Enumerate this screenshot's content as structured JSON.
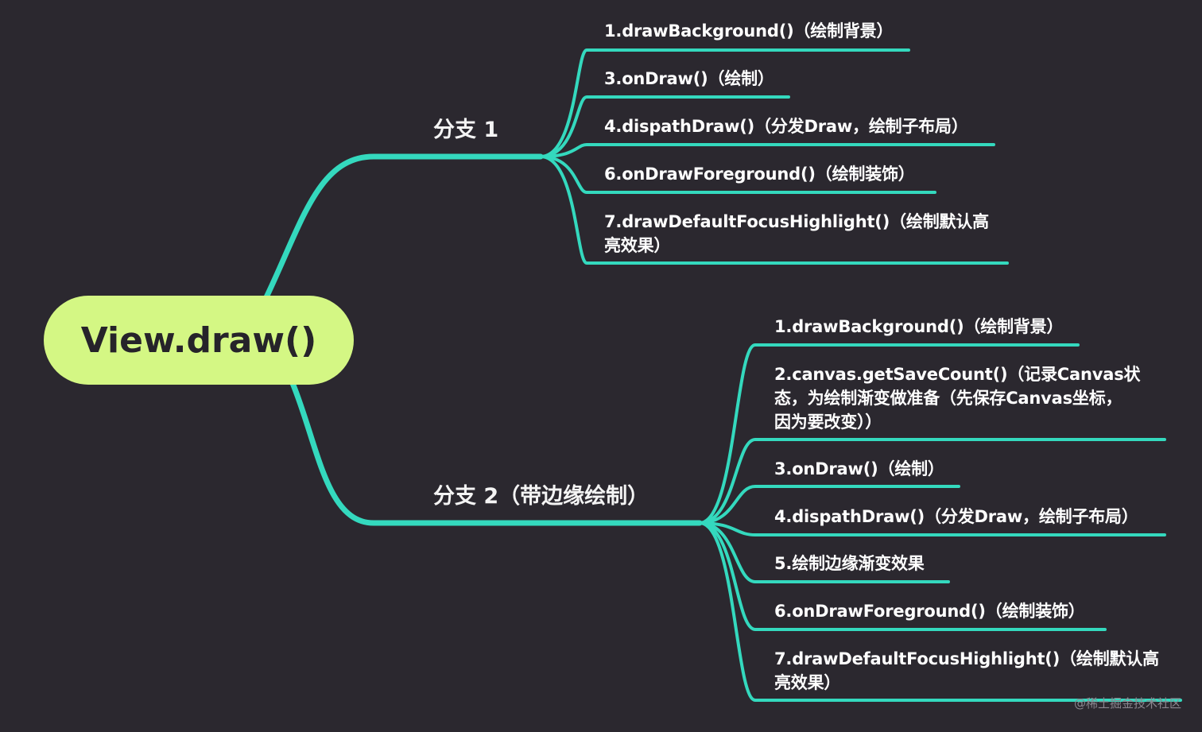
{
  "root": {
    "label": "View.draw()"
  },
  "branches": [
    {
      "label": "分支 1",
      "items": [
        "1.drawBackground()（绘制背景）",
        "3.onDraw()（绘制）",
        "4.dispathDraw()（分发Draw，绘制子布局）",
        "6.onDrawForeground()（绘制装饰）",
        [
          "7.drawDefaultFocusHighlight()（绘制默认高",
          "亮效果）"
        ]
      ]
    },
    {
      "label": "分支 2（带边缘绘制）",
      "items": [
        "1.drawBackground()（绘制背景）",
        [
          "2.canvas.getSaveCount()（记录Canvas状",
          "态，为绘制渐变做准备（先保存Canvas坐标，",
          "因为要改变））"
        ],
        "3.onDraw()（绘制）",
        "4.dispathDraw()（分发Draw，绘制子布局）",
        "5.绘制边缘渐变效果",
        "6.onDrawForeground()（绘制装饰）",
        [
          "7.drawDefaultFocusHighlight()（绘制默认高",
          "亮效果）"
        ]
      ]
    }
  ],
  "watermark": "@稀土掘金技术社区",
  "colors": {
    "background": "#2b282f",
    "connector": "#34d9be",
    "root_fill": "#d4f784",
    "root_text": "#26232a",
    "text": "#ffffff"
  }
}
